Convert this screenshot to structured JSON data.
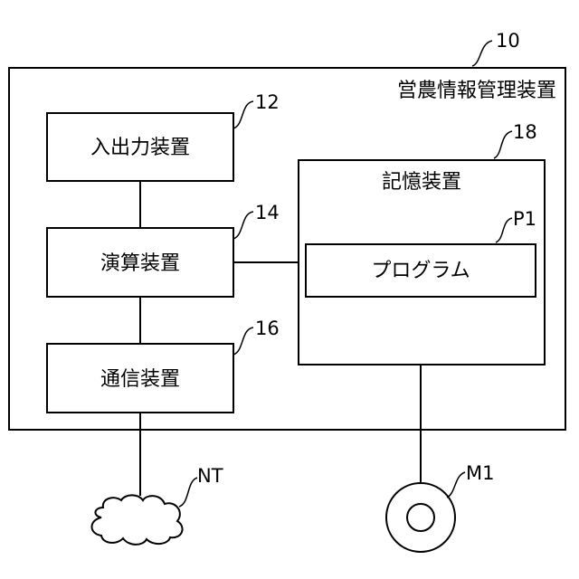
{
  "system": {
    "ref": "10",
    "label": "営農情報管理装置"
  },
  "io_device": {
    "ref": "12",
    "label": "入出力装置"
  },
  "processor": {
    "ref": "14",
    "label": "演算装置"
  },
  "comm_device": {
    "ref": "16",
    "label": "通信装置"
  },
  "storage": {
    "ref": "18",
    "label": "記憶装置"
  },
  "program": {
    "ref": "P1",
    "label": "プログラム"
  },
  "network": {
    "ref": "NT"
  },
  "medium": {
    "ref": "M1"
  }
}
